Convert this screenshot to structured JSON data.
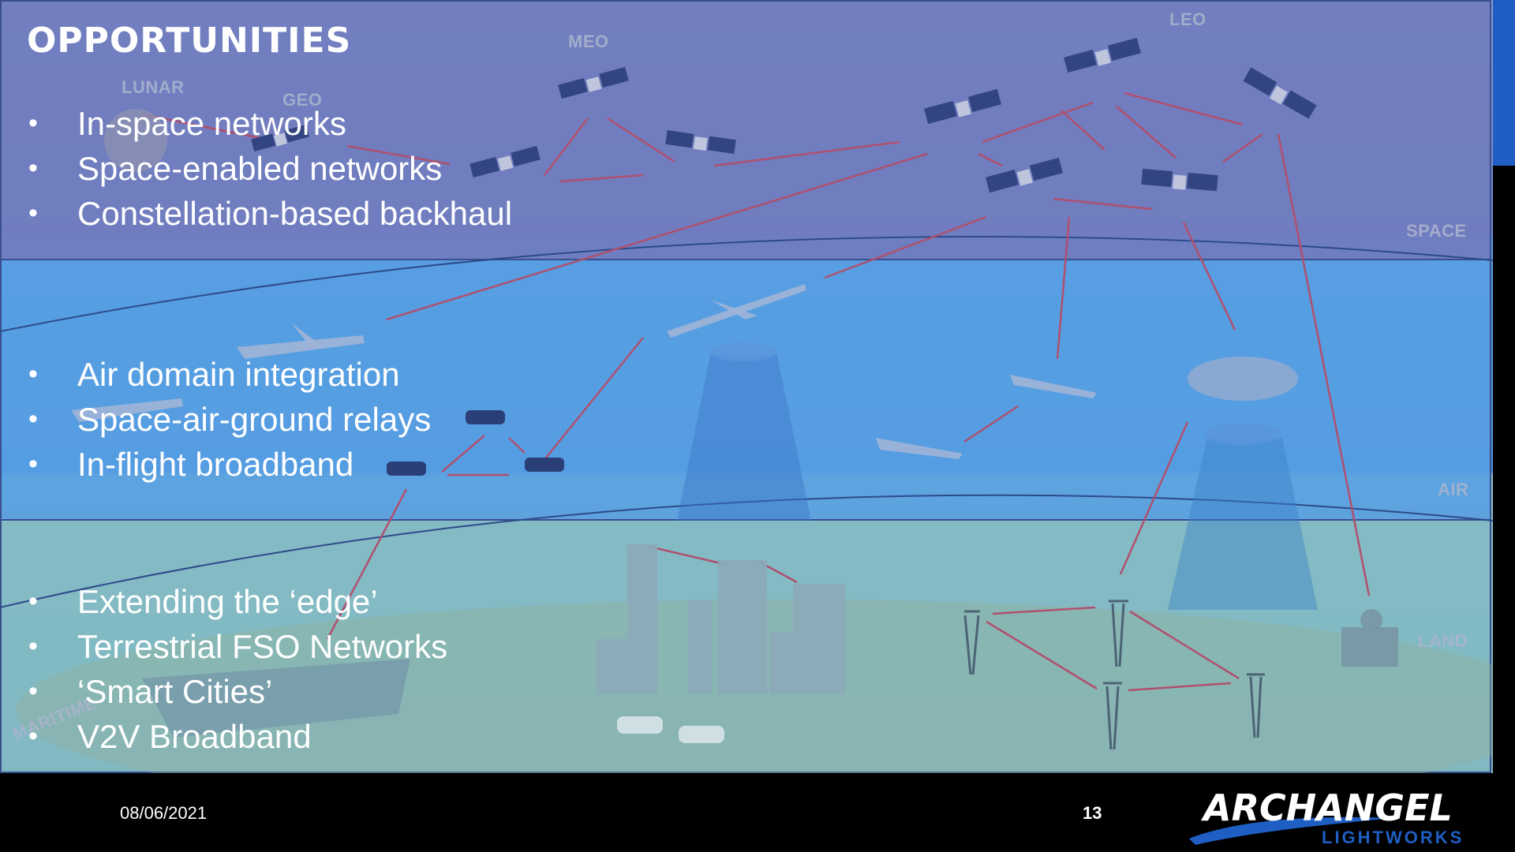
{
  "slide": {
    "title": "OPPORTUNITIES",
    "space_bullets": [
      "In-space networks",
      "Space-enabled networks",
      "Constellation-based backhaul"
    ],
    "air_bullets": [
      "Air domain integration",
      "Space-air-ground relays",
      "In-flight broadband"
    ],
    "land_bullets": [
      "Extending the ‘edge’",
      "Terrestrial FSO Networks",
      "‘Smart Cities’",
      "V2V Broadband"
    ]
  },
  "domain_labels": {
    "meo": "MEO",
    "leo": "LEO",
    "lunar": "LUNAR",
    "geo": "GEO",
    "space": "SPACE",
    "air": "AIR",
    "land": "LAND",
    "maritime": "MARITIME"
  },
  "footer": {
    "date": "08/06/2021",
    "page": "13"
  },
  "logo": {
    "wordmark": "ARCHANGEL",
    "subtitle": "LIGHTWORKS"
  },
  "colors": {
    "space_band": "#7080be",
    "air_band": "#5ca0e2",
    "land_band": "#86bcc4",
    "link_lines": "#b0506e",
    "accent_blue": "#1f5fc4"
  }
}
